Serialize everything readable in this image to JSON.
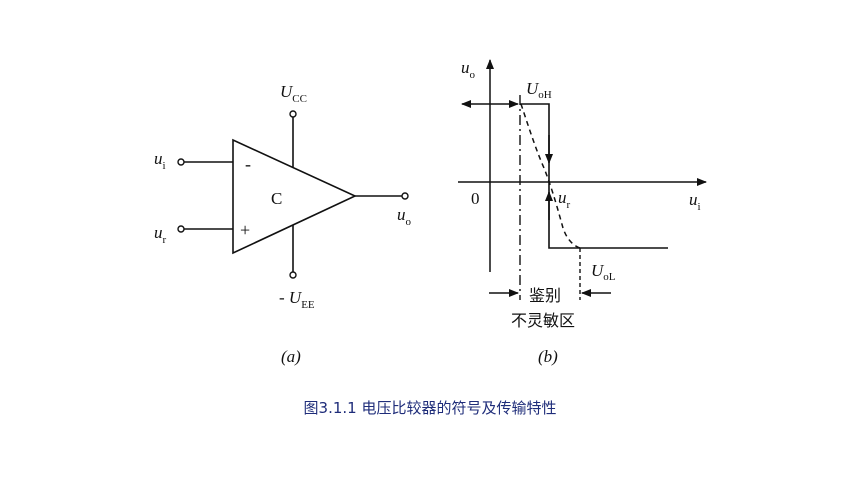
{
  "diagram_a": {
    "vcc": {
      "main": "U",
      "sub": "CC"
    },
    "vee": {
      "prefix": "- ",
      "main": "U",
      "sub": "EE"
    },
    "input_i": {
      "main": "u",
      "sub": "i"
    },
    "input_r": {
      "main": "u",
      "sub": "r"
    },
    "output": {
      "main": "u",
      "sub": "o"
    },
    "minus_sign": "-",
    "plus_sign": "+",
    "block_label": "C",
    "panel_label": "(a)"
  },
  "diagram_b": {
    "y_axis": {
      "main": "u",
      "sub": "o"
    },
    "x_axis": {
      "main": "u",
      "sub": "i"
    },
    "origin": "0",
    "high_level": {
      "main": "U",
      "sub": "oH"
    },
    "low_level": {
      "main": "U",
      "sub": "oL"
    },
    "threshold": {
      "main": "u",
      "sub": "r"
    },
    "dead_zone_line1": "鉴别",
    "dead_zone_line2": "不灵敏区",
    "panel_label": "(b)"
  },
  "caption": "图3.1.1  电压比较器的符号及传输特性"
}
